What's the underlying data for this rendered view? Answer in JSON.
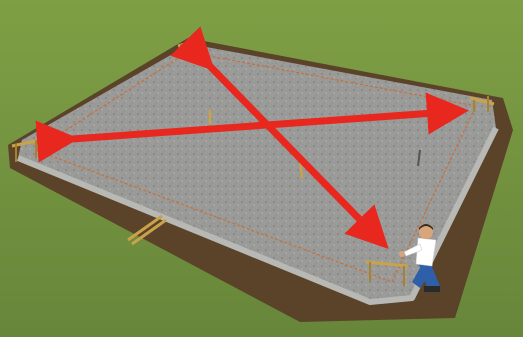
{
  "scene": {
    "subject": "square-footing-layout-with-diagonal-check",
    "colors": {
      "grass": "#6f8f3a",
      "grass_light": "#86a64a",
      "soil": "#5a4329",
      "gravel": "#9a9a98",
      "gravel_edge": "#b8b8b5",
      "string_line": "#c8703a",
      "arrow": "#e8281e",
      "stake": "#c9a24a",
      "worker_shirt": "#ffffff",
      "worker_pants": "#2f5fa8",
      "worker_skin": "#d9a57a",
      "worker_hair": "#3a2a1c"
    },
    "icons": {
      "diagonal_arrow_a": "double-headed-arrow",
      "diagonal_arrow_b": "double-headed-arrow",
      "batter_board": "wooden-batter-board",
      "stake": "wooden-stake",
      "worker": "kneeling-worker"
    }
  }
}
